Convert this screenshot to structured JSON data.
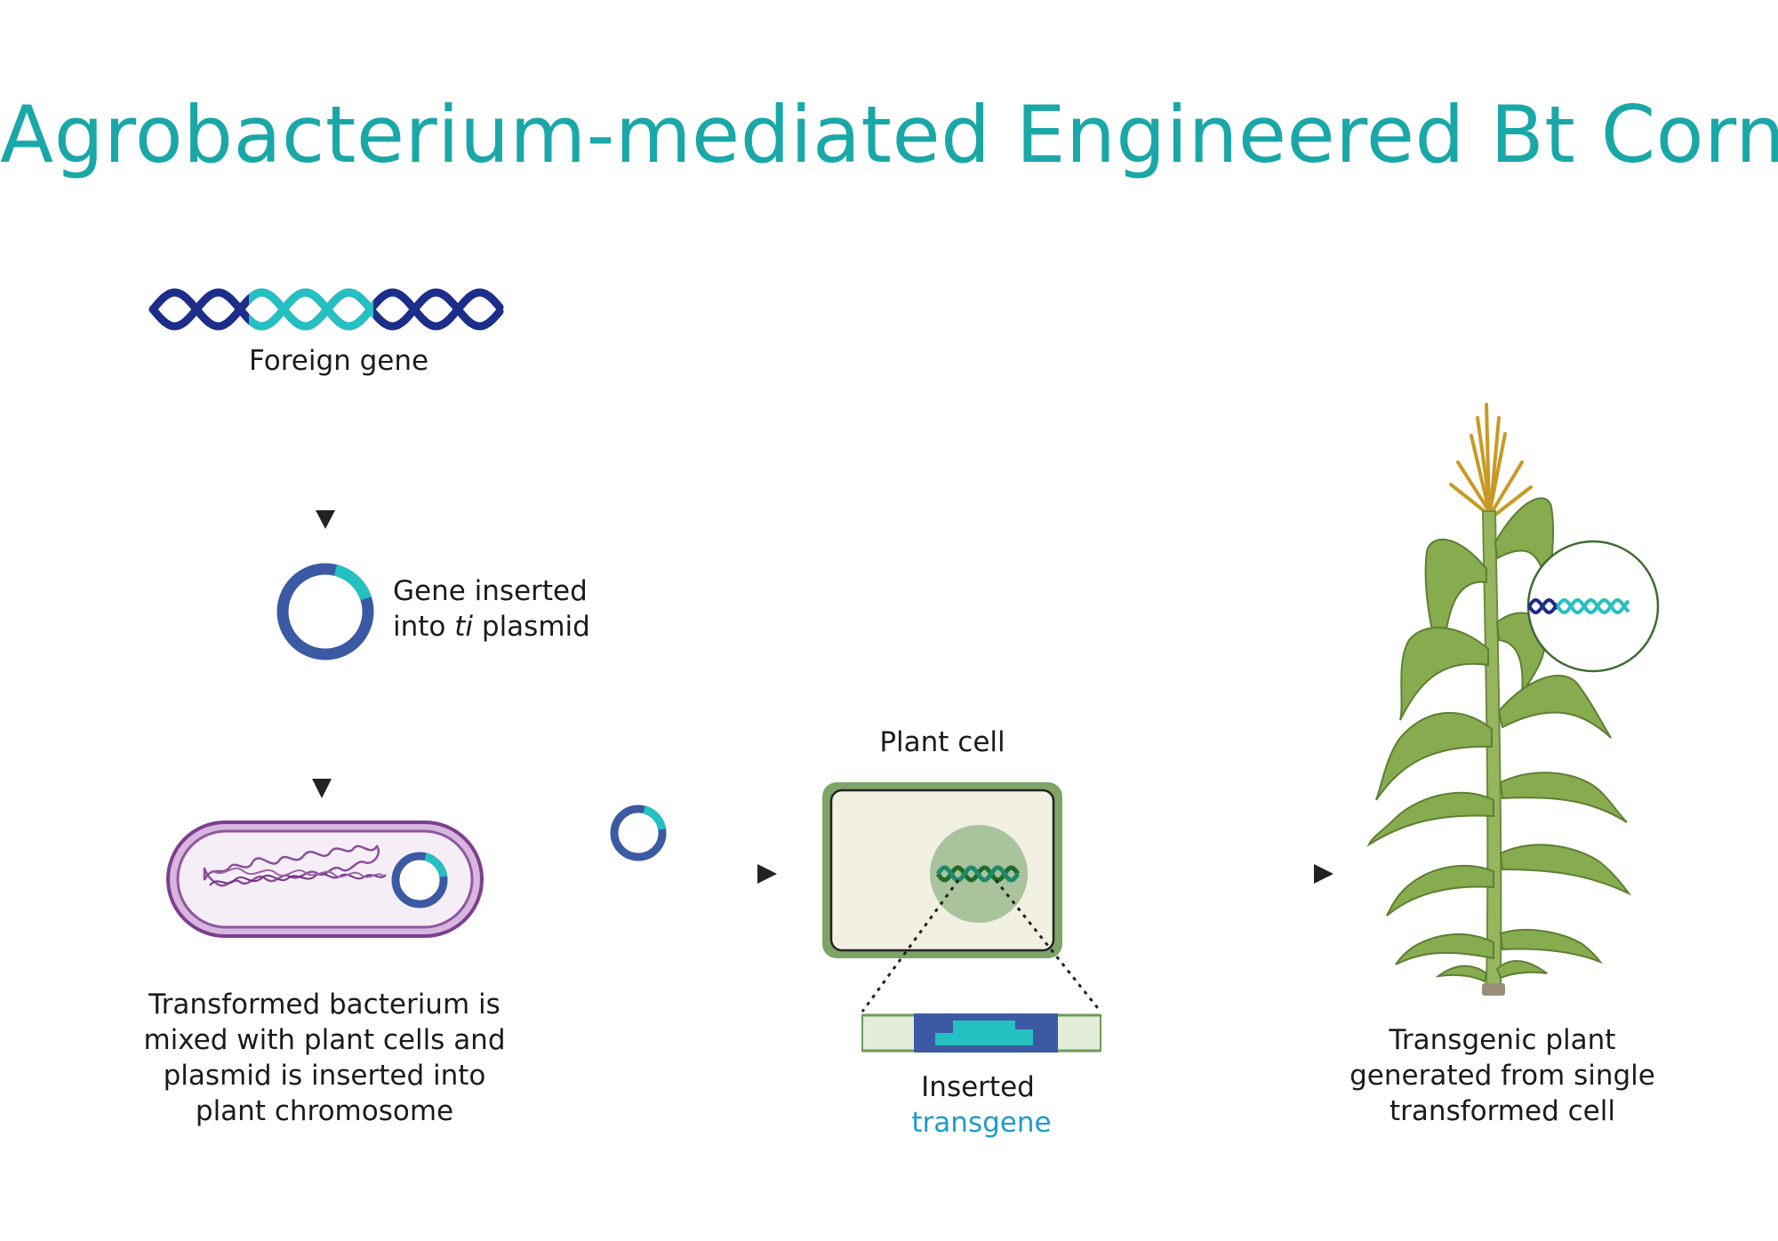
{
  "title": "Agrobacterium-mediated Engineered Bt Corn",
  "colors": {
    "title": "#1aa7a8",
    "dna_dark": "#1c2d8a",
    "dna_teal": "#25c0c1",
    "plasmid": "#3c5aa3",
    "bacterium": "#8a4b9a",
    "cell_wall": "#6f9a59",
    "cell_fill": "#f1f0e2",
    "nucleus": "#a9c39d",
    "stalk": "#8fb05a",
    "leaf": "#86ab4e",
    "tassel": "#d1a12a",
    "transgene_label": "#1e9bd0"
  },
  "icons": [
    "dna-helix-icon",
    "plasmid-ring-icon",
    "bacterium-icon",
    "plant-cell-icon",
    "chromosome-segment-icon",
    "corn-plant-icon",
    "arrow-icon"
  ],
  "labels": {
    "foreign_gene": "Foreign gene",
    "plasmid_line1": "Gene inserted",
    "plasmid_line2_prefix": "into ",
    "plasmid_line2_italic": "ti",
    "plasmid_line2_suffix": " plasmid",
    "bacterium_line1": "Transformed bacterium is",
    "bacterium_line2": "mixed with plant cells and",
    "bacterium_line3": "plasmid is inserted into",
    "bacterium_line4": "plant chromosome",
    "plant_cell": "Plant cell",
    "inserted": "Inserted",
    "transgene": "transgene",
    "plant_line1": "Transgenic plant",
    "plant_line2": "generated from single",
    "plant_line3": "transformed cell"
  }
}
